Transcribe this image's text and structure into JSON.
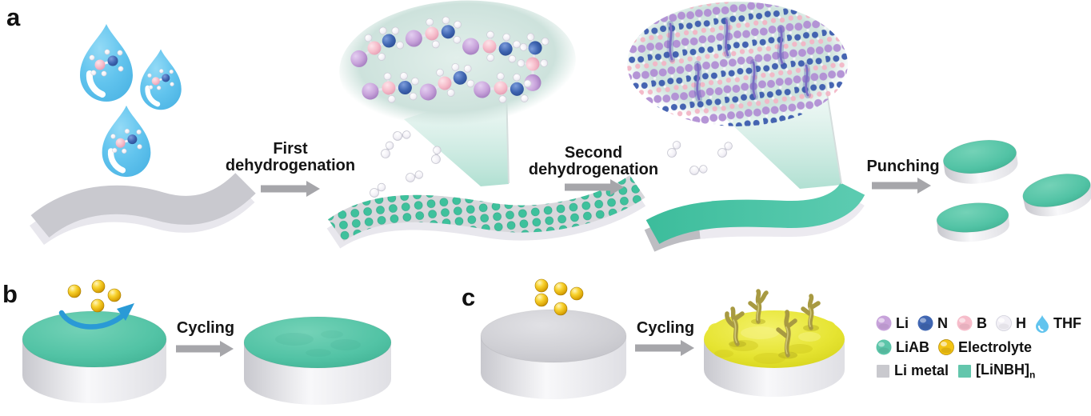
{
  "panels": {
    "a": "a",
    "b": "b",
    "c": "c"
  },
  "steps": {
    "first": {
      "line1": "First",
      "line2": "dehydrogenation"
    },
    "second": {
      "line1": "Second",
      "line2": "dehydrogenation"
    },
    "punching": "Punching",
    "cycling_b": "Cycling",
    "cycling_c": "Cycling"
  },
  "legend": {
    "atoms": [
      {
        "label": "Li",
        "color": "#c7a2da"
      },
      {
        "label": "N",
        "color": "#4066b2"
      },
      {
        "label": "B",
        "color": "#f6bcca"
      },
      {
        "label": "H",
        "color": "#f2f0f6"
      },
      {
        "label": "THF",
        "color": "#62c4ee"
      }
    ],
    "materials": [
      {
        "label": "LiAB",
        "color": "#5cc5a9"
      },
      {
        "label": "Electrolyte",
        "color": "#f3c414"
      }
    ],
    "phases": [
      {
        "label": "Li metal",
        "color": "#c9c9ce"
      },
      {
        "label": "[LiNBH]",
        "sub": "n",
        "color": "#63c6ac"
      }
    ]
  },
  "colors": {
    "liab_coating": "#46c2a3",
    "li_metal": "#c9c9ce",
    "electrolyte": "#f3c414",
    "degraded_surface": "#e3e22e",
    "thf_droplet": "#62c4ee",
    "process_arrow": "#a6a6aa",
    "cycling_arc_blue": "#2a9ad6"
  }
}
